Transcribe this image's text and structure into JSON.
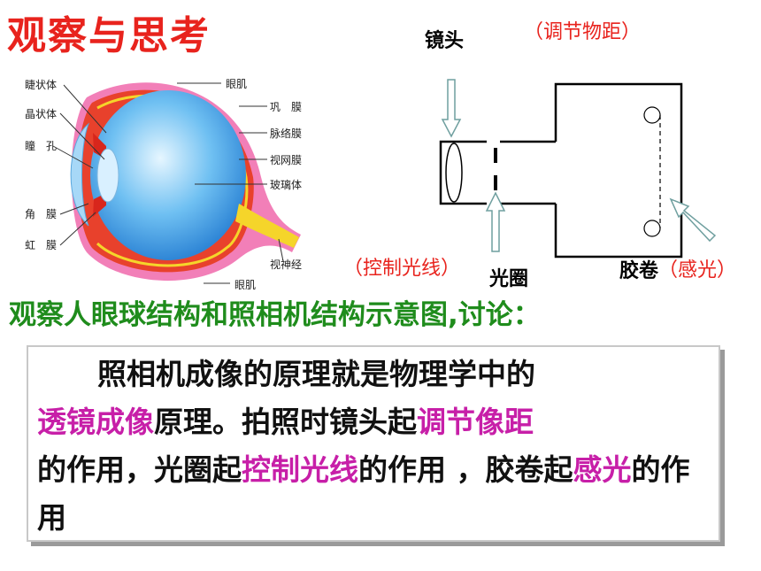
{
  "title": "观察与思考",
  "eye_labels": {
    "ciliary_body": "睫状体",
    "lens": "晶状体",
    "pupil": "瞳　孔",
    "cornea": "角　膜",
    "iris": "虹　膜",
    "eye_muscle_top": "眼肌",
    "sclera": "巩　膜",
    "choroid": "脉络膜",
    "retina": "视网膜",
    "vitreous": "玻璃体",
    "optic_nerve": "视神经",
    "eye_muscle_bottom": "眼肌"
  },
  "camera_labels": {
    "lens": "镜头",
    "lens_note": "（调节物距）",
    "aperture_note": "（控制光线）",
    "aperture": "光圈",
    "film": "胶卷",
    "film_note": "（感光）"
  },
  "question": "观察人眼球结构和照相机结构示意图,讨论：",
  "paragraph": {
    "p1": "照相机成像的原理就是物理学中的",
    "h1": "透镜成像",
    "p2": "原理。拍照时镜头起",
    "h2": "调节像距",
    "p3": "的作用，光圈起",
    "h3": "控制光线",
    "p4": "的作用 ，胶卷起",
    "h4": "感光",
    "p5": "的作用"
  },
  "colors": {
    "title": "#e8231d",
    "question": "#1f8c1c",
    "highlight": "#c71fa8",
    "eye_blue": "#4fa3e6",
    "eye_pink": "#f27fb8",
    "eye_red": "#e8412c",
    "eye_yellow": "#f5d52a",
    "camera_arrow": "#9cc9c9"
  }
}
